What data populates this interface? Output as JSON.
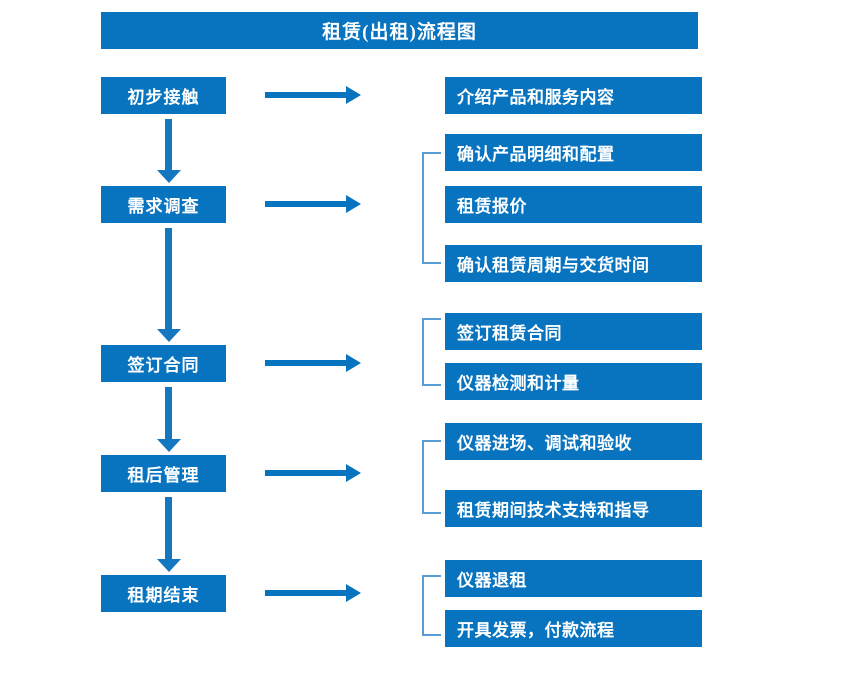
{
  "title": "租赁(出租)流程图",
  "colors": {
    "box_blue": "#0874c0",
    "arrow_blue": "#1577bf",
    "bracket_blue": "#5b9bd5",
    "text_white": "#ffffff",
    "background": "#ffffff"
  },
  "stages": [
    {
      "label": "初步接触"
    },
    {
      "label": "需求调查"
    },
    {
      "label": "签订合同"
    },
    {
      "label": "租后管理"
    },
    {
      "label": "租期结束"
    }
  ],
  "details": [
    {
      "label": "介绍产品和服务内容"
    },
    {
      "label": "确认产品明细和配置"
    },
    {
      "label": "租赁报价"
    },
    {
      "label": "确认租赁周期与交货时间"
    },
    {
      "label": "签订租赁合同"
    },
    {
      "label": "仪器检测和计量"
    },
    {
      "label": "仪器进场、调试和验收"
    },
    {
      "label": "租赁期间技术支持和指导"
    },
    {
      "label": "仪器退租"
    },
    {
      "label": "开具发票，付款流程"
    }
  ],
  "chart_data": {
    "type": "diagram",
    "diagram_type": "flowchart",
    "title": "租赁(出租)流程图",
    "orientation": "vertical-stages-with-horizontal-details",
    "stages": [
      {
        "stage": "初步接触",
        "details": [
          "介绍产品和服务内容"
        ]
      },
      {
        "stage": "需求调查",
        "details": [
          "确认产品明细和配置",
          "租赁报价",
          "确认租赁周期与交货时间"
        ]
      },
      {
        "stage": "签订合同",
        "details": [
          "签订租赁合同",
          "仪器检测和计量"
        ]
      },
      {
        "stage": "租后管理",
        "details": [
          "仪器进场、调试和验收",
          "租赁期间技术支持和指导"
        ]
      },
      {
        "stage": "租期结束",
        "details": [
          "仪器退租",
          "开具发票，付款流程"
        ]
      }
    ],
    "stage_flow": [
      "初步接触",
      "需求调查",
      "签订合同",
      "租后管理",
      "租期结束"
    ]
  }
}
